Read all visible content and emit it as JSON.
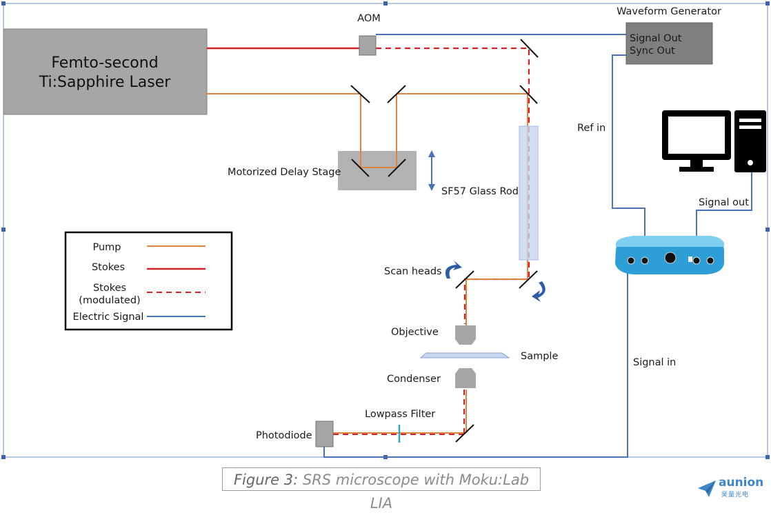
{
  "diagram": {
    "laser": {
      "line1": "Femto-second",
      "line2": "Ti:Sapphire Laser"
    },
    "aom": "AOM",
    "waveform_generator": {
      "title": "Waveform Generator",
      "signal_out": "Signal Out",
      "sync_out": "Sync Out"
    },
    "ref_in": "Ref in",
    "signal_out": "Signal out",
    "signal_in": "Signal in",
    "motorized_delay_stage": "Motorized Delay Stage",
    "glass_rod": "SF57 Glass Rod",
    "scan_heads": "Scan heads",
    "objective": "Objective",
    "sample": "Sample",
    "condenser": "Condenser",
    "lowpass_filter": "Lowpass Filter",
    "photodiode": "Photodiode",
    "legend": {
      "pump": "Pump",
      "stokes": "Stokes",
      "stokes_mod_line1": "Stokes",
      "stokes_mod_line2": "(modulated)",
      "electric": "Electric Signal"
    },
    "colors": {
      "pump": "#e0833c",
      "stokes": "#d61f26",
      "electric": "#4a72b8",
      "box_gray": "#a6a6a6",
      "generator_gray": "#7f7f7f",
      "glass_rod": "#c5d6ee"
    }
  },
  "caption": {
    "figure": "Figure 3:",
    "text": "SRS microscope with Moku:Lab LIA"
  },
  "logo": {
    "name": "aunion",
    "subtitle": "昊量光电",
    "icon": "paper-plane-icon"
  }
}
